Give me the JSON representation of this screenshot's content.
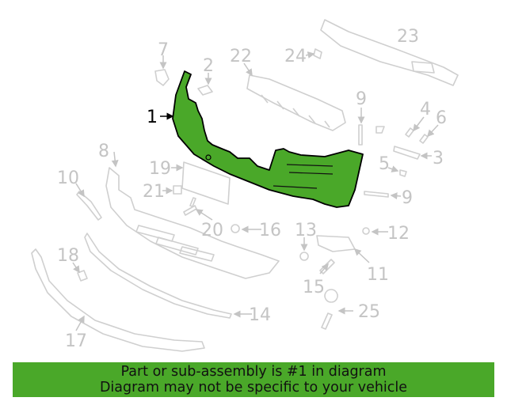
{
  "diagram": {
    "highlight_color": "#4aa829",
    "callouts": {
      "p1": "1",
      "p2": "2",
      "p3": "3",
      "p4": "4",
      "p5": "5",
      "p6": "6",
      "p7": "7",
      "p8": "8",
      "p9a": "9",
      "p9b": "9",
      "p10": "10",
      "p11": "11",
      "p12": "12",
      "p13": "13",
      "p14": "14",
      "p15": "15",
      "p16": "16",
      "p17": "17",
      "p18": "18",
      "p19": "19",
      "p20": "20",
      "p21": "21",
      "p22": "22",
      "p23": "23",
      "p24": "24",
      "p25": "25"
    }
  },
  "banner": {
    "line1": "Part or sub-assembly is #1 in diagram",
    "line2": "Diagram may not be specific to your vehicle"
  }
}
